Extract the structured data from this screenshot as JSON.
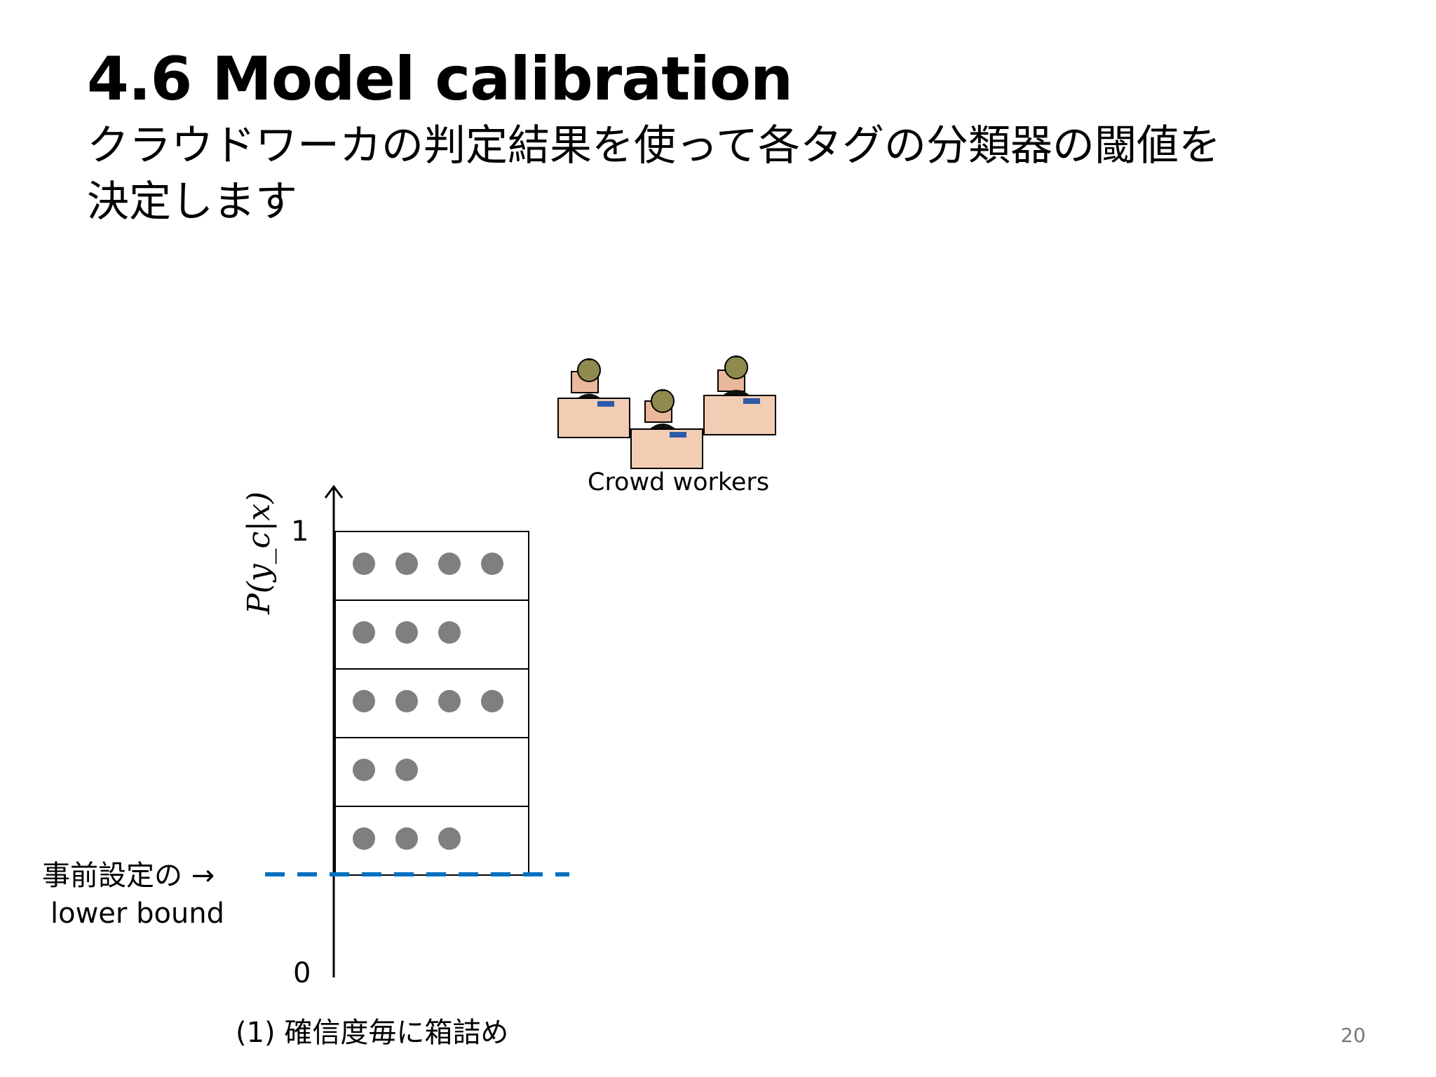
{
  "title": "4.6 Model calibration",
  "subtitle": {
    "line1": "クラウドワーカの判定結果を使って各タグの分類器の閾値を",
    "line2": "決定します"
  },
  "crowd_label": "Crowd workers",
  "y_axis": {
    "label": "P(y_c|x)",
    "top_tick": "1",
    "bottom_tick": "0"
  },
  "lower_bound": {
    "line1": "事前設定の →",
    "line2": "lower bound",
    "color": "#0070C0"
  },
  "caption": "(1) 確信度毎に箱詰め",
  "page_number": "20",
  "bins": [
    {
      "dots": 4
    },
    {
      "dots": 3
    },
    {
      "dots": 4
    },
    {
      "dots": 2
    },
    {
      "dots": 3
    }
  ],
  "colors": {
    "dot": "#7F7F7F",
    "desk": "#F2CDB3",
    "skin": "#8F8A4E"
  }
}
